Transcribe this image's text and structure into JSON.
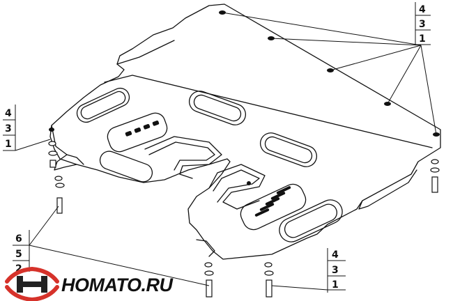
{
  "callouts": {
    "top_right": [
      "4",
      "3",
      "1"
    ],
    "left": [
      "4",
      "3",
      "1"
    ],
    "bottom_left": [
      "6",
      "5",
      "2"
    ],
    "bottom_right": [
      "4",
      "3",
      "1"
    ]
  },
  "logo": {
    "text": "HOMATO.RU",
    "colors": {
      "red": "#d6322a",
      "dark": "#222222"
    }
  }
}
